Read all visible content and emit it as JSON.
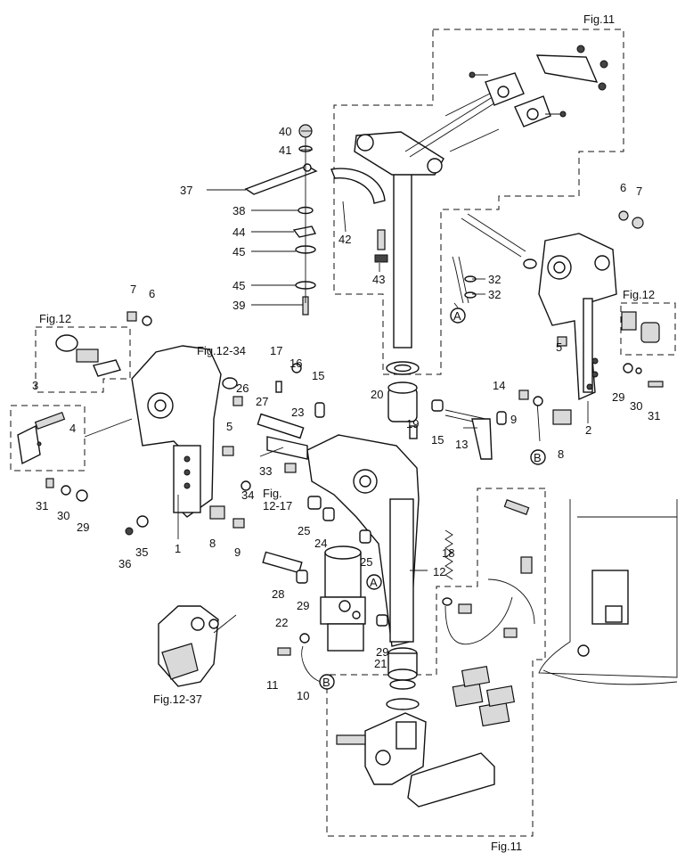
{
  "callouts": {
    "c1": "1",
    "c2": "2",
    "c3": "3",
    "c4": "4",
    "c5a": "5",
    "c5b": "5",
    "c6a": "6",
    "c6b": "6",
    "c7a": "7",
    "c7b": "7",
    "c8a": "8",
    "c8b": "8",
    "c9a": "9",
    "c9b": "9",
    "c10": "10",
    "c11": "11",
    "c12": "12",
    "c13": "13",
    "c14": "14",
    "c15a": "15",
    "c15b": "15",
    "c16": "16",
    "c17": "17",
    "c18": "18",
    "c19": "19",
    "c20": "20",
    "c21": "21",
    "c22": "22",
    "c23": "23",
    "c24": "24",
    "c25a": "25",
    "c25b": "25",
    "c26": "26",
    "c27": "27",
    "c28": "28",
    "c29a": "29",
    "c29b": "29",
    "c29c": "29",
    "c29d": "29",
    "c30a": "30",
    "c30b": "30",
    "c31a": "31",
    "c31b": "31",
    "c32a": "32",
    "c32b": "32",
    "c33": "33",
    "c34": "34",
    "c35": "35",
    "c36": "36",
    "c37": "37",
    "c38": "38",
    "c39": "39",
    "c40": "40",
    "c41": "41",
    "c42": "42",
    "c43": "43",
    "c44": "44",
    "c45a": "45",
    "c45b": "45"
  },
  "markers": {
    "a1": "A",
    "a2": "A",
    "b1": "B",
    "b2": "B"
  },
  "fig_refs": {
    "fig11_top": "Fig.11",
    "fig11_bottom": "Fig.11",
    "fig12_left": "Fig.12",
    "fig12_right": "Fig.12",
    "fig12_34": "Fig.12-34",
    "fig12_17a": "Fig.",
    "fig12_17b": "12-17",
    "fig12_37": "Fig.12-37"
  }
}
